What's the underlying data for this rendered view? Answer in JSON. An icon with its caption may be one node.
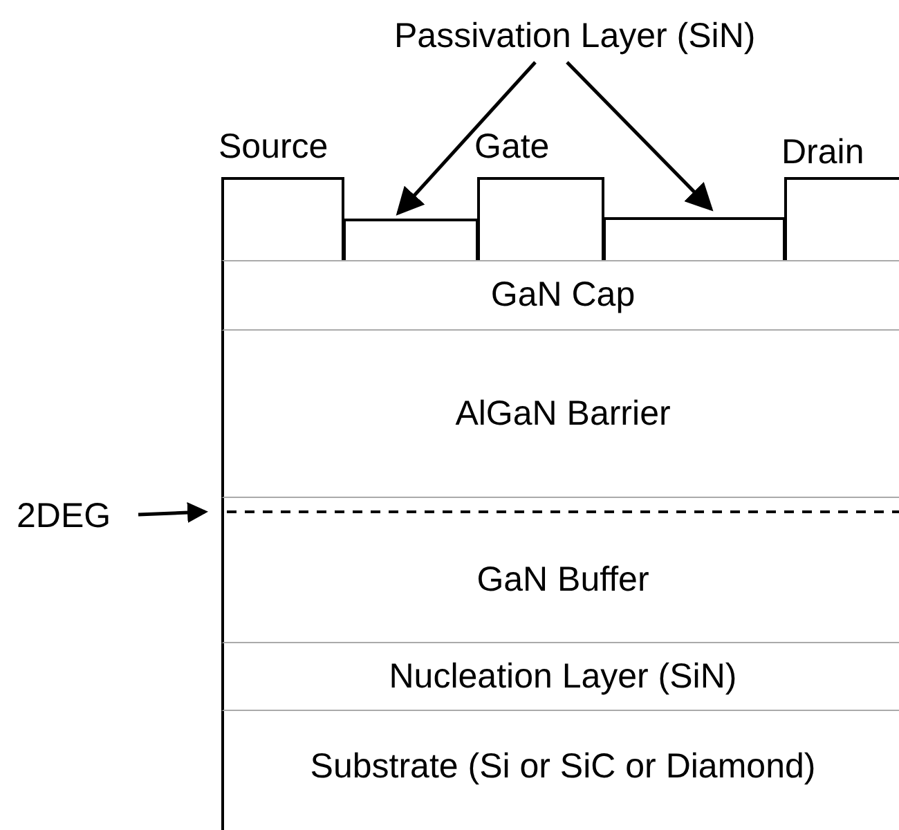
{
  "diagram": {
    "nodes": [
      {
        "text": [
          "Passivation Layer (SiN)"
        ]
      },
      {
        "text": [
          "Source"
        ]
      },
      {
        "text": [],
        "shape": "box"
      },
      {
        "text": [
          "Gate"
        ]
      },
      {
        "text": [],
        "shape": "box"
      },
      {
        "text": [
          "Drain"
        ]
      },
      {
        "text": [
          "GaN Cap"
        ]
      },
      {
        "text": [
          "AlGaN Barrier"
        ]
      },
      {
        "text": [
          "2DEG"
        ]
      },
      {
        "text": [
          "GaN Buffer"
        ]
      },
      {
        "text": [
          "Nucleation Layer (SiN)"
        ]
      },
      {
        "text": [
          "Substrate (Si or SiC or Diamond)"
        ]
      }
    ],
    "edges": [
      {
        "from": 0,
        "to": 2,
        "arrow": "to"
      },
      {
        "from": 0,
        "to": 4,
        "arrow": "to"
      },
      {
        "from": 8,
        "to": 9,
        "arrow": "to"
      }
    ]
  }
}
